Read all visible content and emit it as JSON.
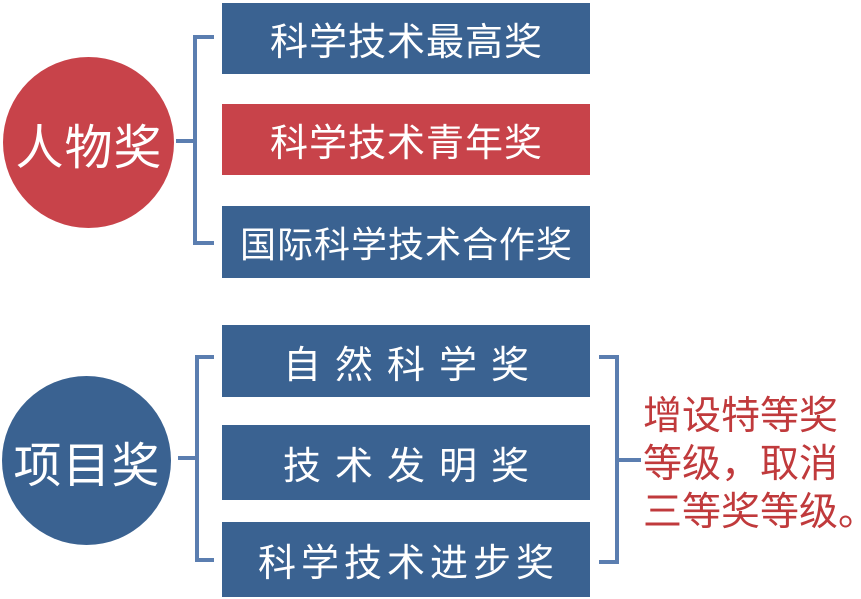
{
  "palette": {
    "bar_blue": "#3A6291",
    "accent_red": "#C8434A",
    "bracket_blue": "#5B7EB0",
    "annotation_red": "#C03A3C",
    "text_white": "#FFFFFF"
  },
  "person_awards": {
    "category_label": "人物奖",
    "items": [
      {
        "label": "科学技术最高奖",
        "variant": "blue"
      },
      {
        "label": "科学技术青年奖",
        "variant": "red"
      },
      {
        "label": "国际科学技术合作奖",
        "variant": "blue"
      }
    ]
  },
  "project_awards": {
    "category_label": "项目奖",
    "items": [
      {
        "label": "自然科学奖",
        "variant": "blue"
      },
      {
        "label": "技术发明奖",
        "variant": "blue"
      },
      {
        "label": "科学技术进步奖",
        "variant": "blue"
      }
    ],
    "annotation_lines": [
      "增设特等奖",
      "等级，取消",
      "三等奖等级。"
    ],
    "annotation_full": "增设特等奖等级，取消三等奖等级。"
  }
}
